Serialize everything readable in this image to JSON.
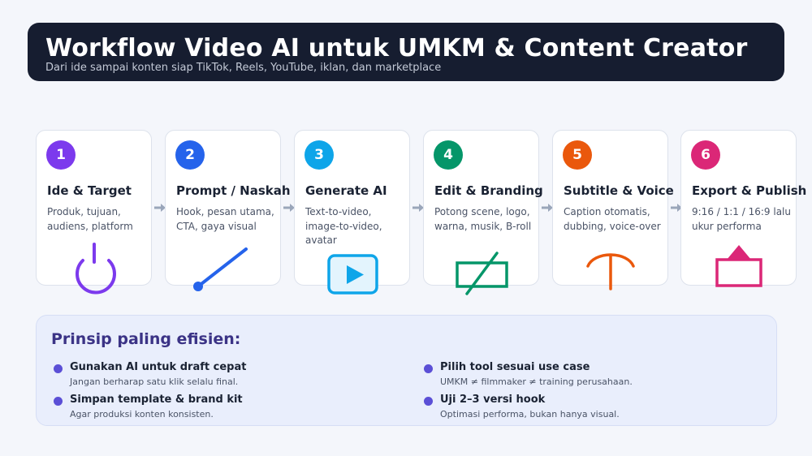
{
  "header": {
    "title": "Workflow Video AI untuk UMKM & Content Creator",
    "subtitle": "Dari ide sampai konten siap TikTok, Reels, YouTube, iklan, dan marketplace"
  },
  "steps": [
    {
      "number": "1",
      "title": "Ide & Target",
      "description": "Produk, tujuan, audiens, platform",
      "color": "#7c3aed",
      "icon": "power-icon"
    },
    {
      "number": "2",
      "title": "Prompt / Naskah",
      "description": "Hook, pesan utama, CTA, gaya visual",
      "color": "#2563eb",
      "icon": "pen-line-icon"
    },
    {
      "number": "3",
      "title": "Generate AI",
      "description": "Text-to-video, image-to-video, avatar",
      "color": "#0ea5e9",
      "icon": "play-icon"
    },
    {
      "number": "4",
      "title": "Edit & Branding",
      "description": "Potong scene, logo, warna, musik, B-roll",
      "color": "#059669",
      "icon": "slashed-rectangle-icon"
    },
    {
      "number": "5",
      "title": "Subtitle & Voice",
      "description": "Caption otomatis, dubbing, voice-over",
      "color": "#ea580c",
      "icon": "microphone-arc-icon"
    },
    {
      "number": "6",
      "title": "Export & Publish",
      "description": "9:16 / 1:1 / 16:9 lalu ukur performa",
      "color": "#db2777",
      "icon": "upload-box-icon"
    }
  ],
  "arrow_color": "#9aa6ba",
  "principles": {
    "title": "Prinsip paling efisien:",
    "bullet_color": "#5b4fd6",
    "items": [
      {
        "title": "Gunakan AI untuk draft cepat",
        "description": "Jangan berharap satu klik selalu final."
      },
      {
        "title": "Pilih tool sesuai use case",
        "description": "UMKM ≠ filmmaker ≠ training perusahaan."
      },
      {
        "title": "Simpan template & brand kit",
        "description": "Agar produksi konten konsisten."
      },
      {
        "title": "Uji 2–3 versi hook",
        "description": "Optimasi performa, bukan hanya visual."
      }
    ]
  }
}
